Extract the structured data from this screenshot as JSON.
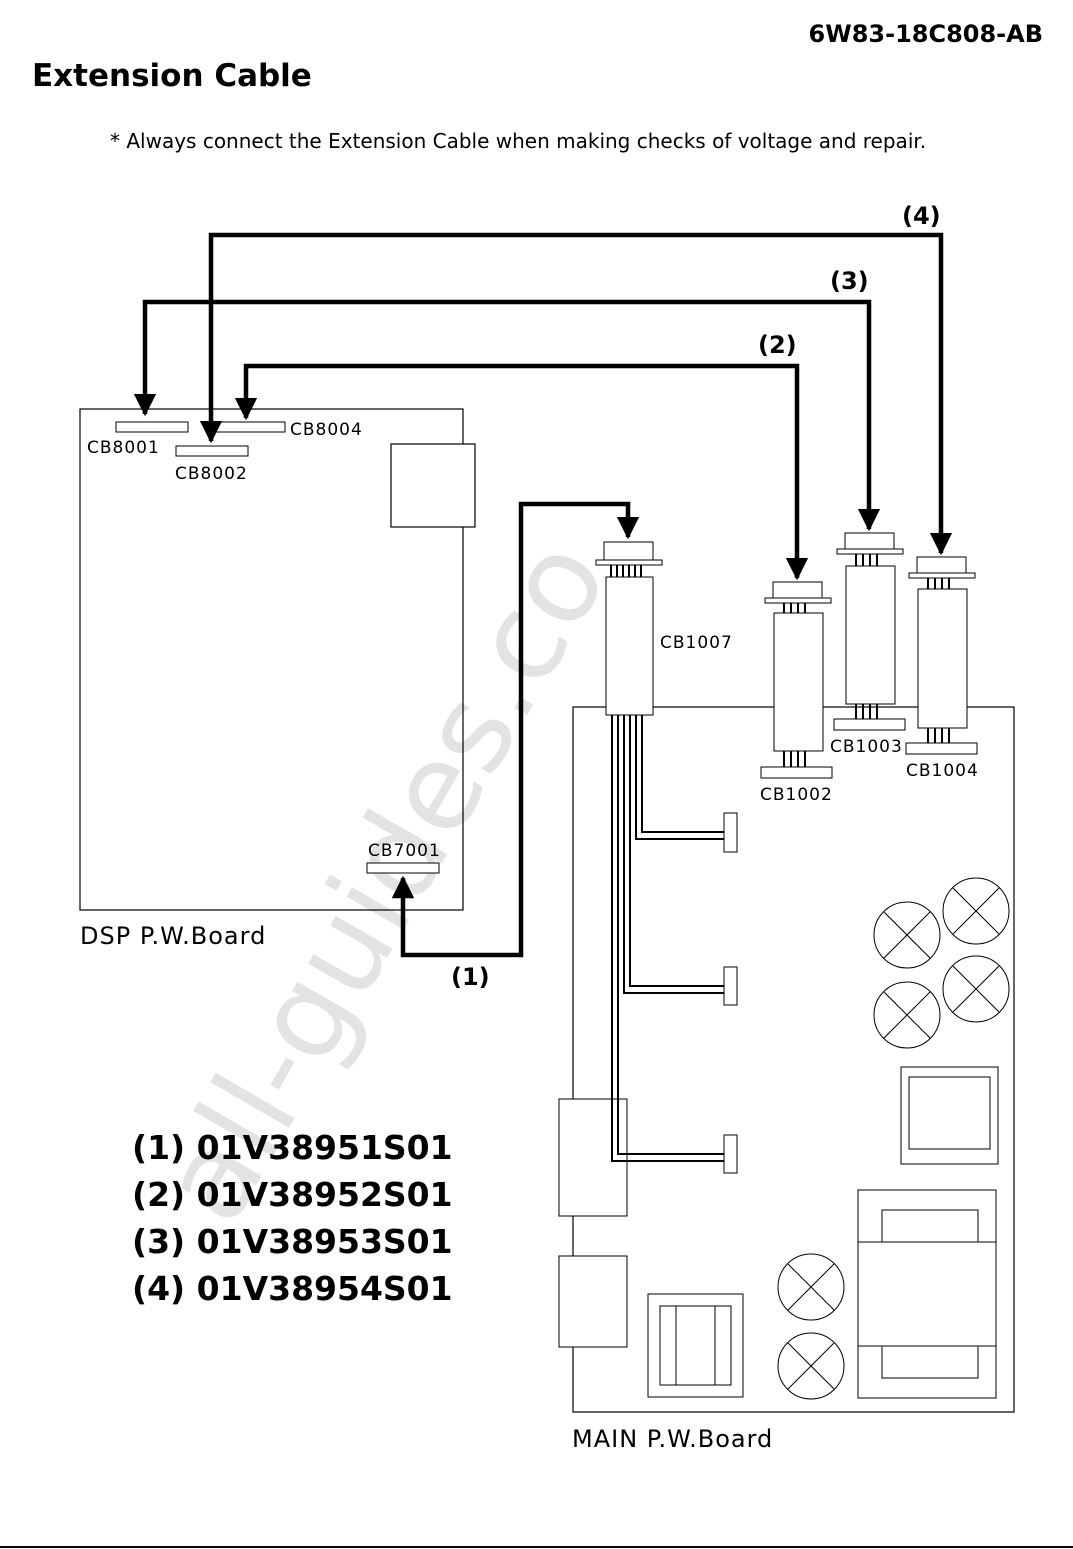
{
  "header": {
    "doc_code": "6W83-18C808-AB",
    "title": "Extension Cable",
    "note": "* Always connect the Extension Cable when making checks of voltage and repair."
  },
  "boards": {
    "dsp": "DSP P.W.Board",
    "main": "MAIN P.W.Board"
  },
  "connectors": {
    "cb8001": "CB8001",
    "cb8002": "CB8002",
    "cb8004": "CB8004",
    "cb7001": "CB7001",
    "cb1007": "CB1007",
    "cb1002": "CB1002",
    "cb1003": "CB1003",
    "cb1004": "CB1004"
  },
  "cable_markers": [
    "(1)",
    "(2)",
    "(3)",
    "(4)"
  ],
  "parts": [
    {
      "marker": "(1)",
      "part_no": "01V38951S01"
    },
    {
      "marker": "(2)",
      "part_no": "01V38952S01"
    },
    {
      "marker": "(3)",
      "part_no": "01V38953S01"
    },
    {
      "marker": "(4)",
      "part_no": "01V38954S01"
    }
  ],
  "watermark": "all-guides.co"
}
